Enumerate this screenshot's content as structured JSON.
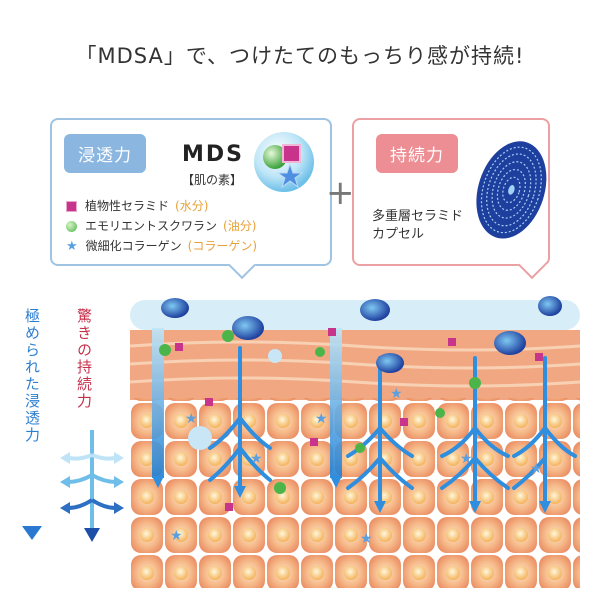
{
  "headline": "「MDSA」で、つけたてのもっちり感が持続!",
  "left_box": {
    "tab": "浸透力",
    "title": "MDS",
    "subtitle": "【肌の素】",
    "items": [
      {
        "marker": "square",
        "label": "植物性セラミド",
        "paren": "(水分)"
      },
      {
        "marker": "circle",
        "label": "エモリエントスクワラン",
        "paren": "(油分)"
      },
      {
        "marker": "star",
        "label": "微細化コラーゲン",
        "paren": "(コラーゲン)"
      }
    ]
  },
  "plus_sign": "+",
  "right_box": {
    "tab": "持続力",
    "line1": "多重層セラミド",
    "line2": "カプセル"
  },
  "side_labels": {
    "penetration": "極められた浸透力",
    "duration": "驚きの持続力"
  },
  "colors": {
    "blue_accent": "#8bb6e0",
    "pink_accent": "#ec8e93",
    "skin": "#f2a07a",
    "arrow_blue": "#3aa3e6",
    "arrow_dark": "#1e4fa8",
    "paren_orange": "#e8a13a"
  },
  "icons": [
    "mds-orb-icon",
    "ceramide-capsule-icon",
    "down-arrow-icon",
    "branch-arrow-icon"
  ]
}
